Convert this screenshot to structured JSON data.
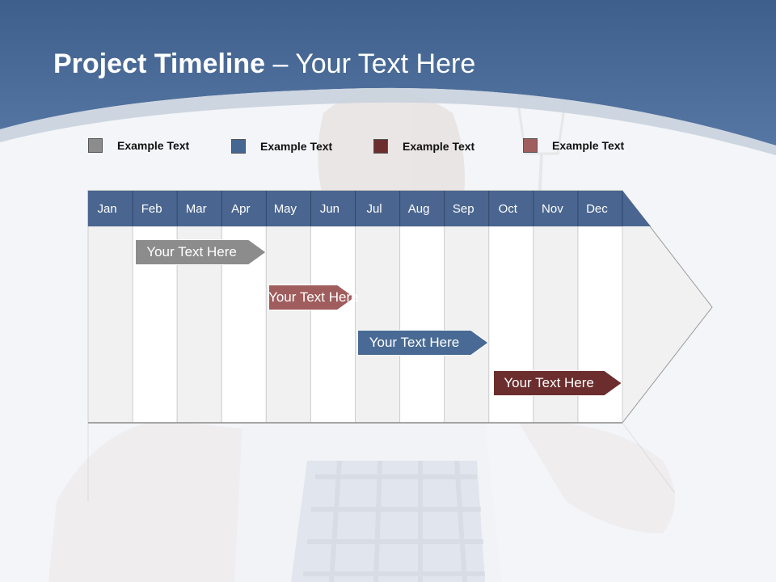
{
  "slide": {
    "title_bold": "Project Timeline",
    "title_rest": " – Your Text Here"
  },
  "colors": {
    "header_blue": "#4a6a96",
    "gray": "#8a8a8a",
    "rose": "#a05c5c",
    "blue": "#486a94",
    "maroon": "#6b2c2c",
    "month_header": "#4a6690"
  },
  "legend": [
    {
      "label": "Example Text",
      "color": "#8c8c8c"
    },
    {
      "label": "Example Text",
      "color": "#456791"
    },
    {
      "label": "Example Text",
      "color": "#6b2d2d"
    },
    {
      "label": "Example Text",
      "color": "#a05d5d"
    }
  ],
  "months": [
    "Jan",
    "Feb",
    "Mar",
    "Apr",
    "May",
    "Jun",
    "Jul",
    "Aug",
    "Sep",
    "Oct",
    "Nov",
    "Dec"
  ],
  "tasks": [
    {
      "label": "Your  Text Here",
      "color": "#8c8c8c",
      "start_month": 1.05,
      "end_month": 4.0
    },
    {
      "label": "Your  Text Here",
      "color": "#a05d5d",
      "start_month": 4.05,
      "end_month": 6.0
    },
    {
      "label": "Your  Text Here",
      "color": "#486a94",
      "start_month": 6.05,
      "end_month": 9.0
    },
    {
      "label": "Your  Text Here",
      "color": "#6b2d2d",
      "start_month": 9.1,
      "end_month": 12.0
    }
  ]
}
